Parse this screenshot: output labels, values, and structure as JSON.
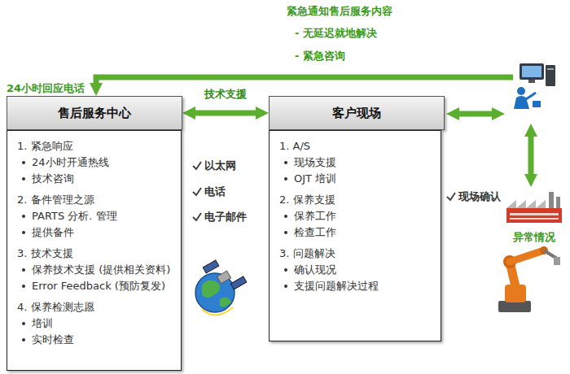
{
  "diagram": {
    "nodes": [
      {
        "text": [
          "售后服务中心"
        ]
      },
      {
        "text": [
          "1. 紧急响应",
          "24小时开通热线",
          "技术咨询",
          "2. 备件管理之源",
          "PARTS 分析. 管理",
          "提供备件",
          "3. 技术支援",
          "保养技术支援 (提供相关资料)",
          "Error Feedback (预防复发)",
          "4. 保养检测志愿",
          "培训",
          "实时检查"
        ]
      },
      {
        "text": [
          "客户现场"
        ]
      },
      {
        "text": [
          "1.  A/S",
          "现场支援",
          "OJT 培训",
          "2. 保养支援",
          "保养工作",
          "检查工作",
          "3. 问题解决",
          "确认现况",
          "支援问题解决过程"
        ]
      }
    ],
    "edges": [
      {
        "from": 0,
        "to": 2,
        "label": "技术支援",
        "arrow": "both"
      }
    ],
    "labels": [
      "紧急通知售后服务内容",
      "- 无延迟就地解决",
      "- 紧急咨询",
      "24小时回应电话",
      "以太网",
      "电话",
      "电子邮件",
      "现场确认",
      "异常情况"
    ]
  }
}
